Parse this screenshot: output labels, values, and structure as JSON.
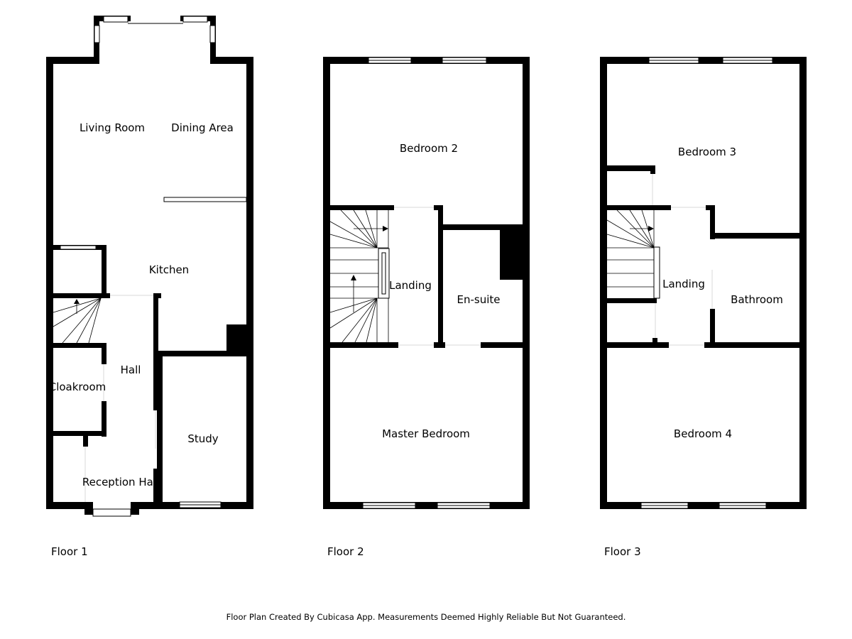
{
  "floors": [
    {
      "label": "Floor 1",
      "rooms": [
        "Living Room",
        "Dining Area",
        "Kitchen",
        "Hall",
        "Cloakroom",
        "Study",
        "Reception Hall"
      ]
    },
    {
      "label": "Floor 2",
      "rooms": [
        "Bedroom 2",
        "Landing",
        "En-suite",
        "Master Bedroom"
      ]
    },
    {
      "label": "Floor 3",
      "rooms": [
        "Bedroom 3",
        "Landing",
        "Bathroom",
        "Bedroom 4"
      ]
    }
  ],
  "credit": "Floor Plan Created By Cubicasa App. Measurements Deemed Highly Reliable But Not Guaranteed."
}
